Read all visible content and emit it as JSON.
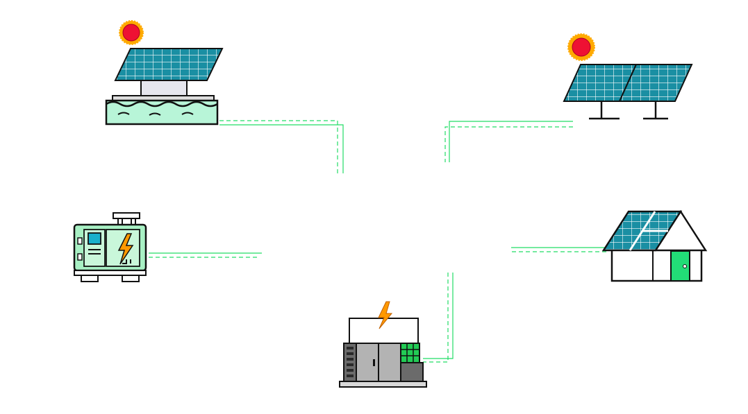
{
  "diagram": {
    "nodes": [
      {
        "id": "floating-solar",
        "icon": "floating-solar-panel-icon"
      },
      {
        "id": "ground-solar",
        "icon": "ground-mounted-solar-array-icon"
      },
      {
        "id": "generator",
        "icon": "power-generator-icon"
      },
      {
        "id": "solar-house",
        "icon": "house-with-rooftop-solar-icon"
      },
      {
        "id": "battery-storage",
        "icon": "battery-energy-storage-cabinet-icon"
      }
    ],
    "connections": [
      {
        "from": "floating-solar",
        "to": "hub"
      },
      {
        "from": "ground-solar",
        "to": "hub"
      },
      {
        "from": "generator",
        "to": "hub"
      },
      {
        "from": "solar-house",
        "to": "hub"
      },
      {
        "from": "battery-storage",
        "to": "hub"
      }
    ]
  },
  "colors": {
    "line": "#22dd66",
    "panel": "#1a8fa3",
    "panel_grid": "#ffffff",
    "outline": "#111111",
    "sun": "#ee1133",
    "sun_rays": "#ffaa00",
    "water": "#b8f5d8",
    "generator_body": "#a8f0c4",
    "generator_screen": "#1ab0cc",
    "lightning": "#ff9900",
    "cabinet": "#b3b3b3",
    "cabinet_dark": "#6b6b6b",
    "cabinet_grid": "#22cc55",
    "door": "#22dd77"
  }
}
